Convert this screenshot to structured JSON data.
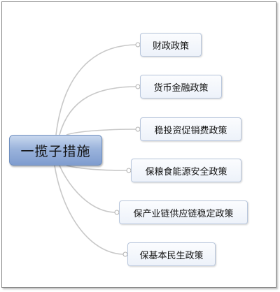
{
  "root": {
    "label": "一揽子措施"
  },
  "branches": [
    {
      "label": "财政政策"
    },
    {
      "label": "货币金融政策"
    },
    {
      "label": "稳投资促销费政策"
    },
    {
      "label": "保粮食能源安全政策"
    },
    {
      "label": "保产业链供应链稳定政策"
    },
    {
      "label": "保基本民生政策"
    }
  ]
}
